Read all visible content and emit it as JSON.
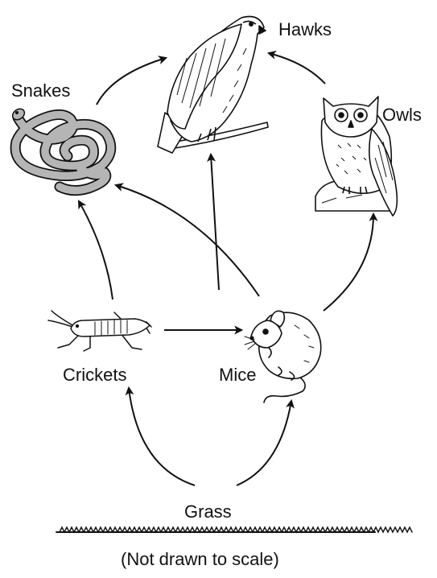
{
  "organisms": {
    "hawks": "Hawks",
    "snakes": "Snakes",
    "owls": "Owls",
    "crickets": "Crickets",
    "mice": "Mice",
    "grass": "Grass"
  },
  "note": "(Not drawn to scale)",
  "arrows": [
    {
      "from": "grass",
      "to": "crickets"
    },
    {
      "from": "grass",
      "to": "mice"
    },
    {
      "from": "crickets",
      "to": "mice"
    },
    {
      "from": "crickets",
      "to": "snakes"
    },
    {
      "from": "mice",
      "to": "snakes"
    },
    {
      "from": "mice",
      "to": "hawks"
    },
    {
      "from": "mice",
      "to": "owls"
    },
    {
      "from": "snakes",
      "to": "hawks"
    },
    {
      "from": "owls",
      "to": "hawks"
    }
  ],
  "colors": {
    "snake_fill": "#b5b5b5",
    "ink": "#111111"
  }
}
